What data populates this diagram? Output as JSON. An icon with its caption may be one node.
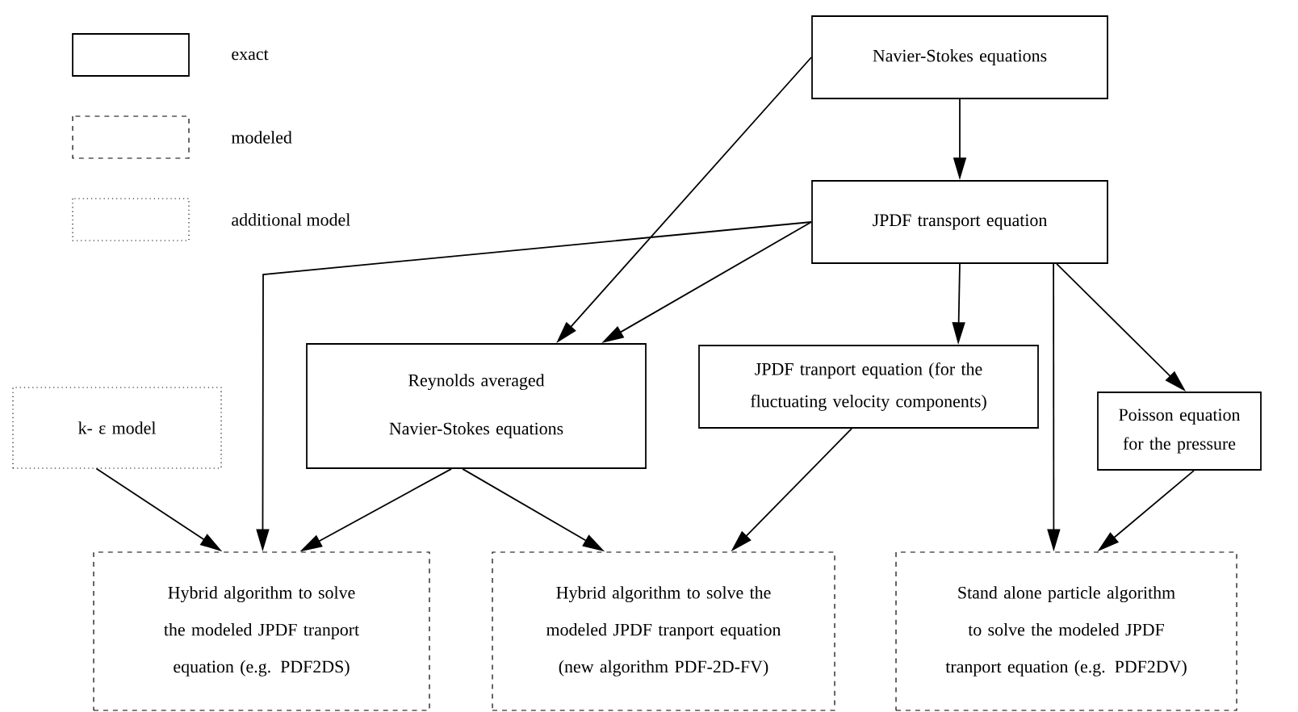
{
  "diagram": {
    "nodes": [
      {
        "text": [
          "Navier-Stokes equations"
        ]
      },
      {
        "text": [
          "JPDF transport equation"
        ]
      },
      {
        "text": [
          "k- ε model"
        ]
      },
      {
        "text": [
          "Reynolds averaged Navier-Stokes equations"
        ]
      },
      {
        "text": [
          "JPDF tranport equation (for the fluctuating velocity components)"
        ]
      },
      {
        "text": [
          "Poisson equation for the pressure"
        ]
      },
      {
        "text": [
          "Hybrid algorithm to solve the modeled JPDF tranport equation (e.g. PDF2DS)"
        ]
      },
      {
        "text": [
          "Hybrid algorithm to solve the modeled JPDF tranport equation (new algorithm PDF-2D-FV)"
        ]
      },
      {
        "text": [
          "Stand alone particle algorithm to solve the modeled JPDF tranport equation (e.g. PDF2DV)"
        ]
      }
    ],
    "edges": [
      {
        "from": 0,
        "to": 1,
        "arrow": "to"
      },
      {
        "from": 0,
        "to": 3,
        "arrow": "to"
      },
      {
        "from": 1,
        "to": 6,
        "arrow": "to"
      },
      {
        "from": 1,
        "to": 3,
        "arrow": "to"
      },
      {
        "from": 1,
        "to": 4,
        "arrow": "to"
      },
      {
        "from": 1,
        "to": 8,
        "arrow": "to"
      },
      {
        "from": 1,
        "to": 5,
        "arrow": "to"
      },
      {
        "from": 2,
        "to": 6,
        "arrow": "to"
      },
      {
        "from": 3,
        "to": 6,
        "arrow": "to"
      },
      {
        "from": 3,
        "to": 7,
        "arrow": "to"
      },
      {
        "from": 4,
        "to": 7,
        "arrow": "to"
      },
      {
        "from": 5,
        "to": 8,
        "arrow": "to"
      }
    ],
    "legend": [
      {
        "text": "exact"
      },
      {
        "text": "modeled"
      },
      {
        "text": "additional model"
      }
    ]
  }
}
